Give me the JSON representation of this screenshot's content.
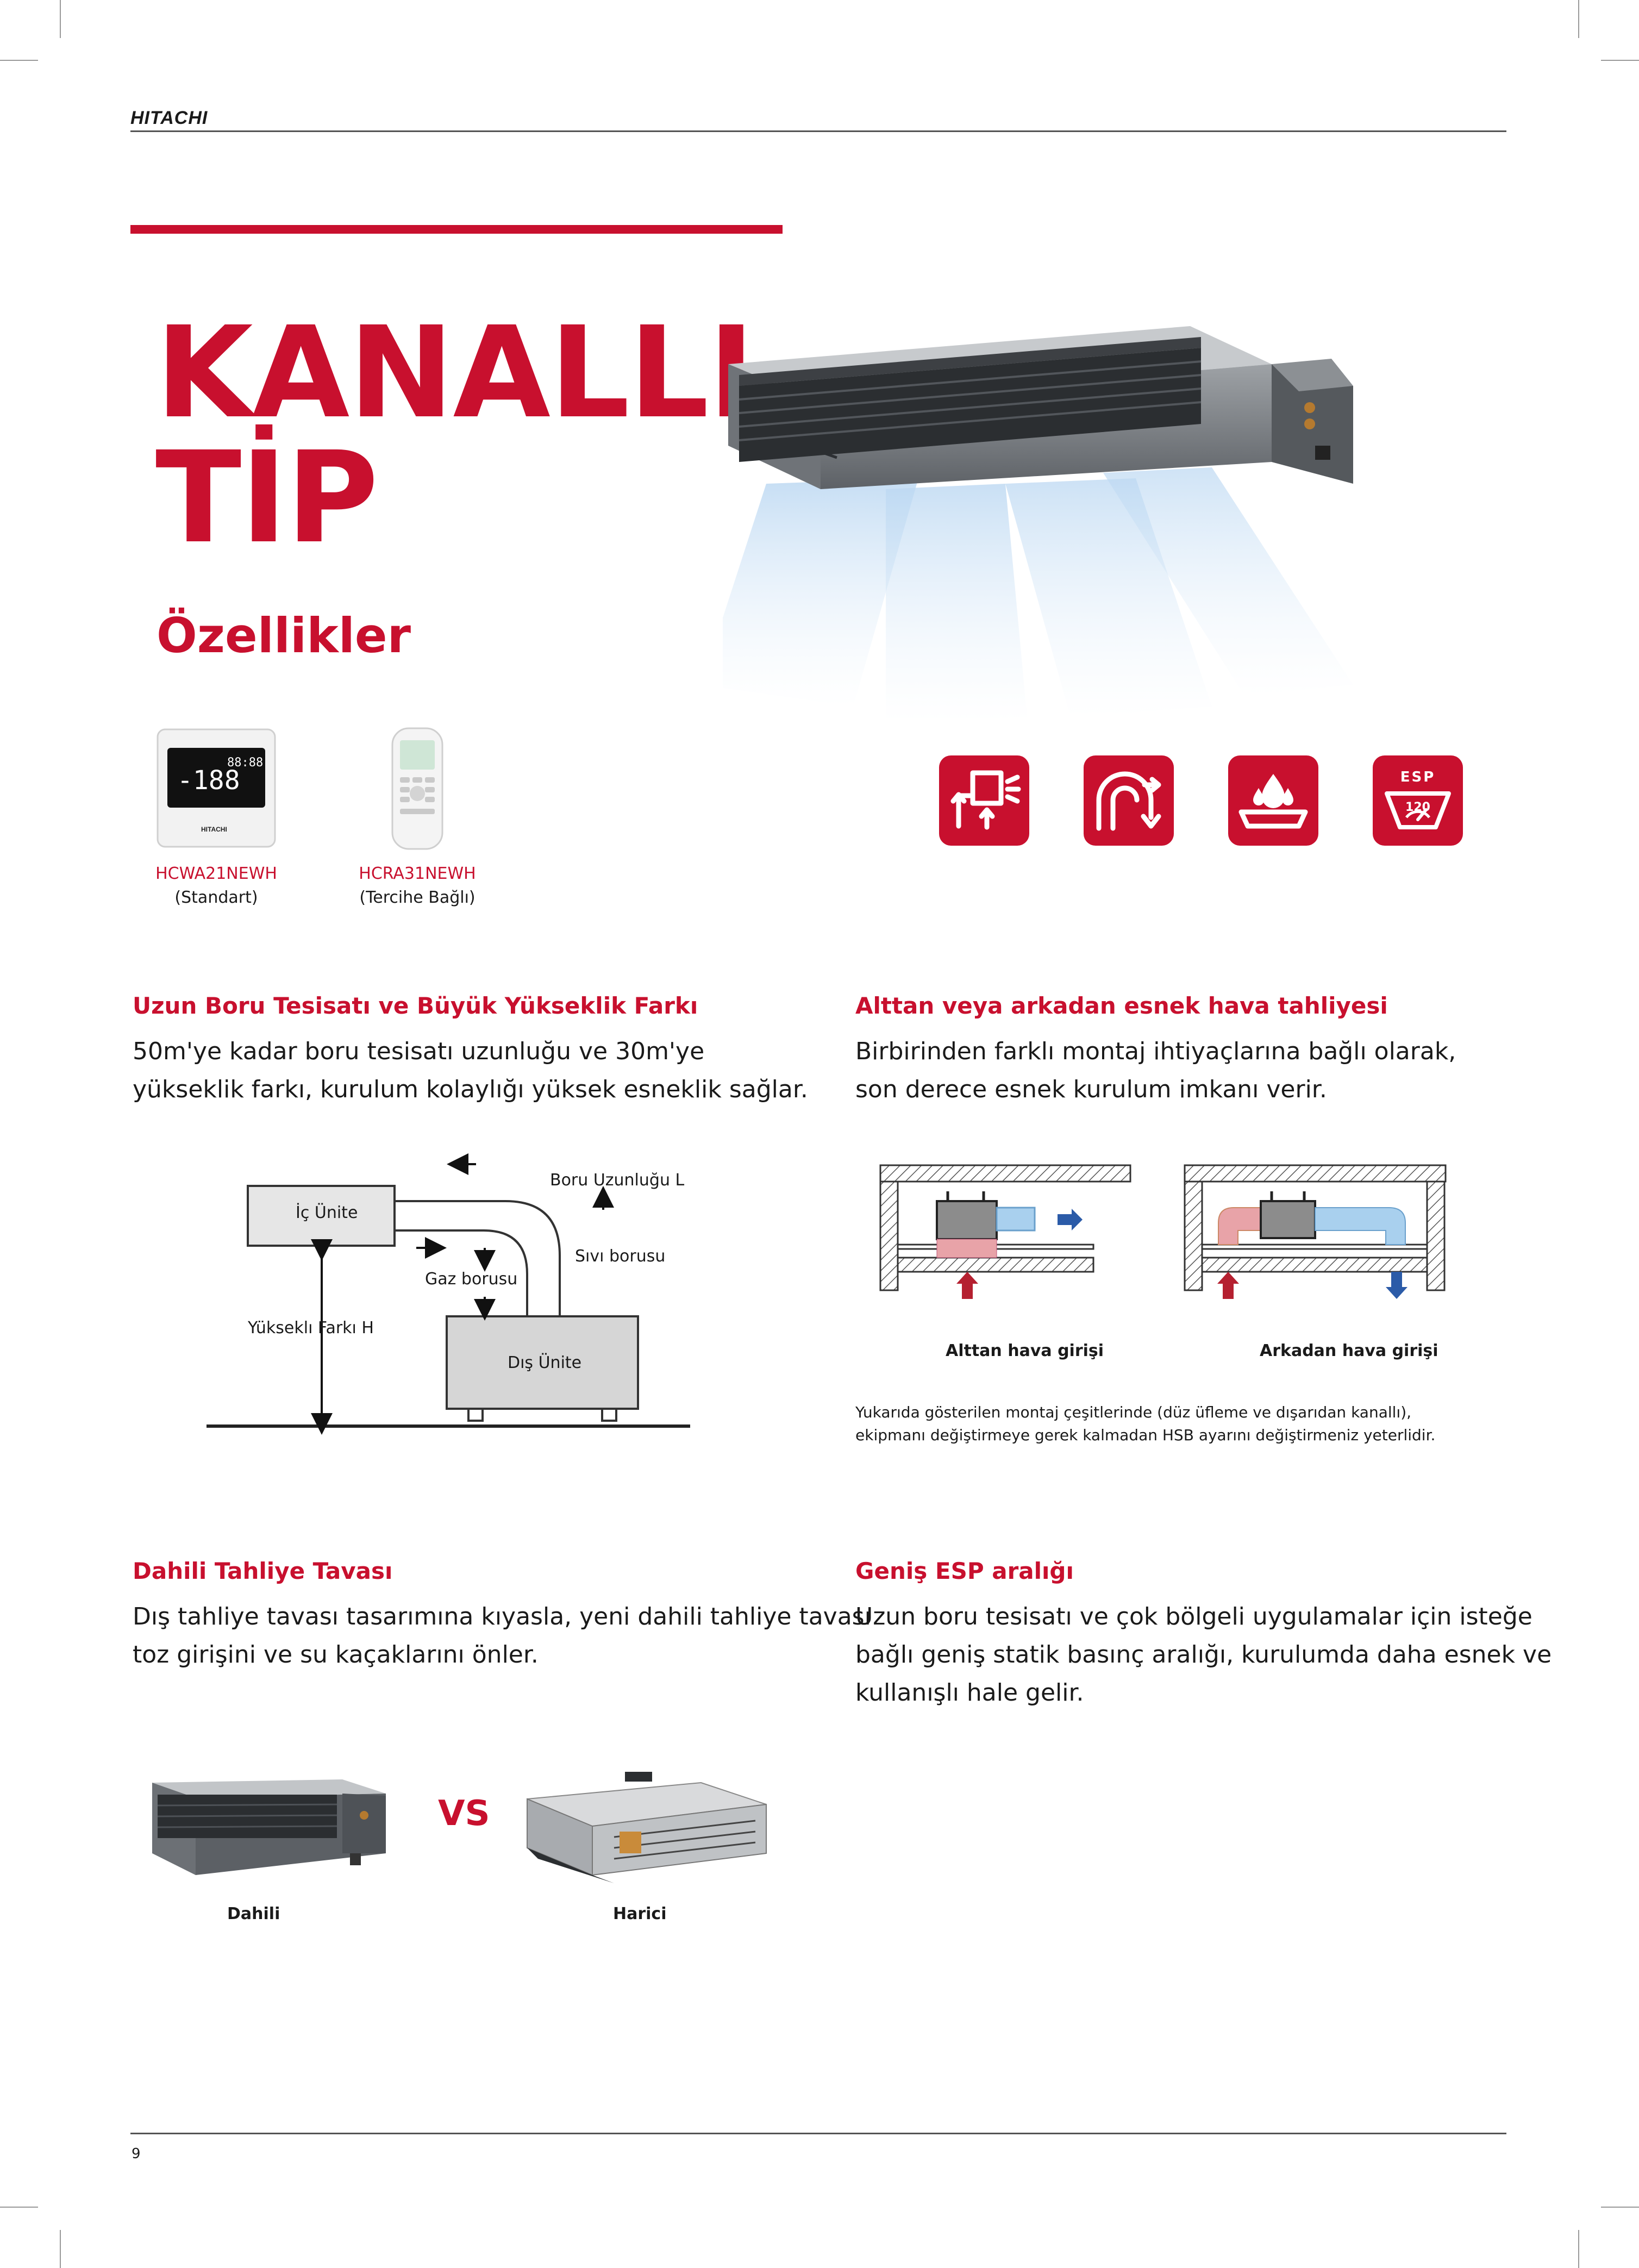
{
  "header": {
    "brand": "HITACHI"
  },
  "hero": {
    "title_line1": "KANALLI",
    "title_line2": "TİP",
    "subtitle": "Özellikler"
  },
  "remotes": [
    {
      "model": "HCWA21NEWH",
      "note": "(Standart)"
    },
    {
      "model": "HCRA31NEWH",
      "note": "(Tercihe Bağlı)"
    }
  ],
  "feature_icons": [
    {
      "icon": "air-outlet-icon"
    },
    {
      "icon": "duct-flow-icon"
    },
    {
      "icon": "drain-pan-icon"
    },
    {
      "icon": "esp-gauge-icon",
      "label": "ESP",
      "value": "120"
    }
  ],
  "section1": {
    "heading": "Uzun Boru Tesisatı ve Büyük Yükseklik Farkı",
    "line1": "50m'ye kadar boru tesisatı uzunluğu ve 30m'ye",
    "line2": "yükseklik farkı, kurulum kolaylığı yüksek esneklik sağlar."
  },
  "section2": {
    "heading": "Alttan veya arkadan esnek hava tahliyesi",
    "line1": "Birbirinden farklı montaj ihtiyaçlarına bağlı olarak,",
    "line2": "son derece esnek kurulum imkanı verir."
  },
  "pipe_diagram": {
    "indoor": "İç Ünite",
    "outdoor": "Dış Ünite",
    "pipe_length": "Boru Uzunluğu L",
    "liquid_pipe": "Sıvı borusu",
    "gas_pipe": "Gaz borusu",
    "height_diff": "Yükseklı Farkı H"
  },
  "airflow_diagram": {
    "bottom_caption": "Alttan hava girişi",
    "rear_caption": "Arkadan hava girişi",
    "note_line1": "Yukarıda gösterilen montaj çeşitlerinde  (düz üfleme ve dışarıdan kanallı),",
    "note_line2": "ekipmanı değiştirmeye gerek kalmadan HSB ayarını değiştirmeniz yeterlidir."
  },
  "section3": {
    "heading": "Dahili Tahliye Tavası",
    "line1": "Dış tahliye tavası tasarımına kıyasla, yeni dahili tahliye tavası",
    "line2": "toz girişini ve su kaçaklarını önler."
  },
  "section4": {
    "heading": "Geniş ESP aralığı",
    "line1": "Uzun boru tesisatı ve çok bölgeli uygulamalar için isteğe",
    "line2": "bağlı geniş statik basınç aralığı, kurulumda daha esnek ve",
    "line3": "kullanışlı hale gelir."
  },
  "comparison": {
    "vs": "VS",
    "left_caption": "Dahili",
    "right_caption": "Harici"
  },
  "footer": {
    "page_number": "9"
  },
  "colors": {
    "accent": "#c8102e",
    "blue_arrow": "#2b5ba8",
    "pink_duct": "#e8a3a8",
    "blue_duct": "#a9d0ee"
  }
}
